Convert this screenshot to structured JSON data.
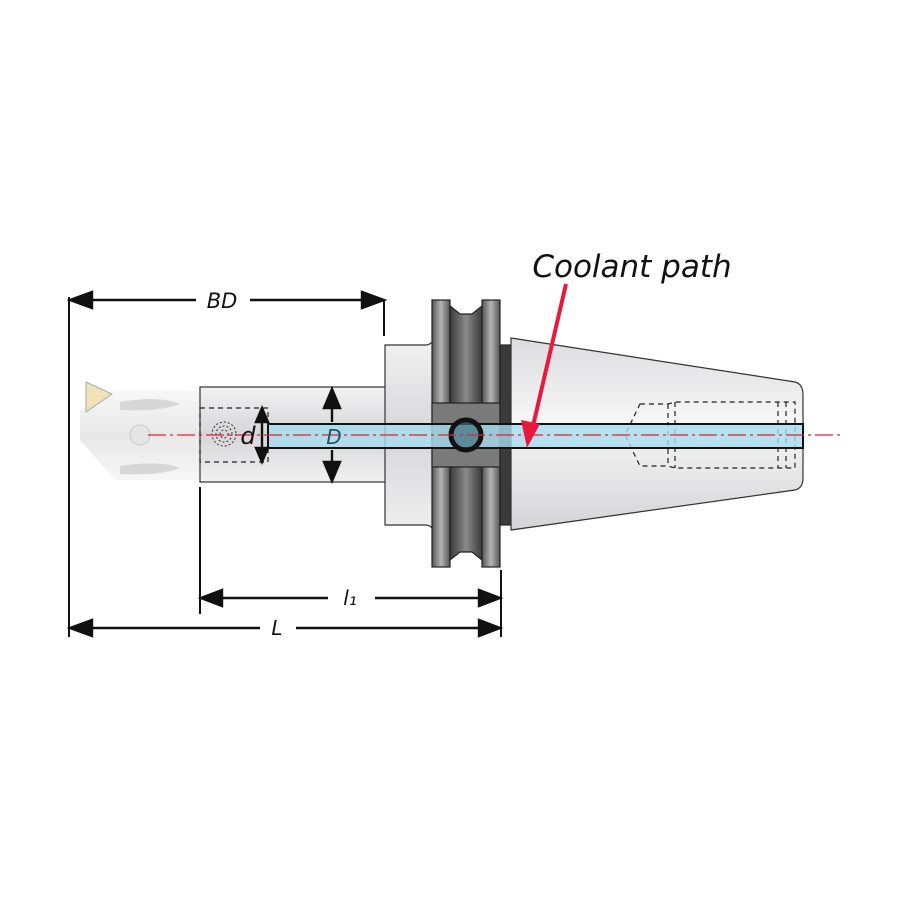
{
  "title": "Coolant-through boring bar holder diagram",
  "labels": {
    "bd": "BD",
    "d_small": "d",
    "d_large": "D",
    "l1": "l₁",
    "l": "L",
    "coolant": "Coolant path"
  },
  "colors": {
    "coolant": "#a6dcef",
    "centerline": "#e0223a",
    "arrow": "#e8193c",
    "dimension": "#111111",
    "flange": "#6e6e6e",
    "body": "#e2e2e4"
  }
}
